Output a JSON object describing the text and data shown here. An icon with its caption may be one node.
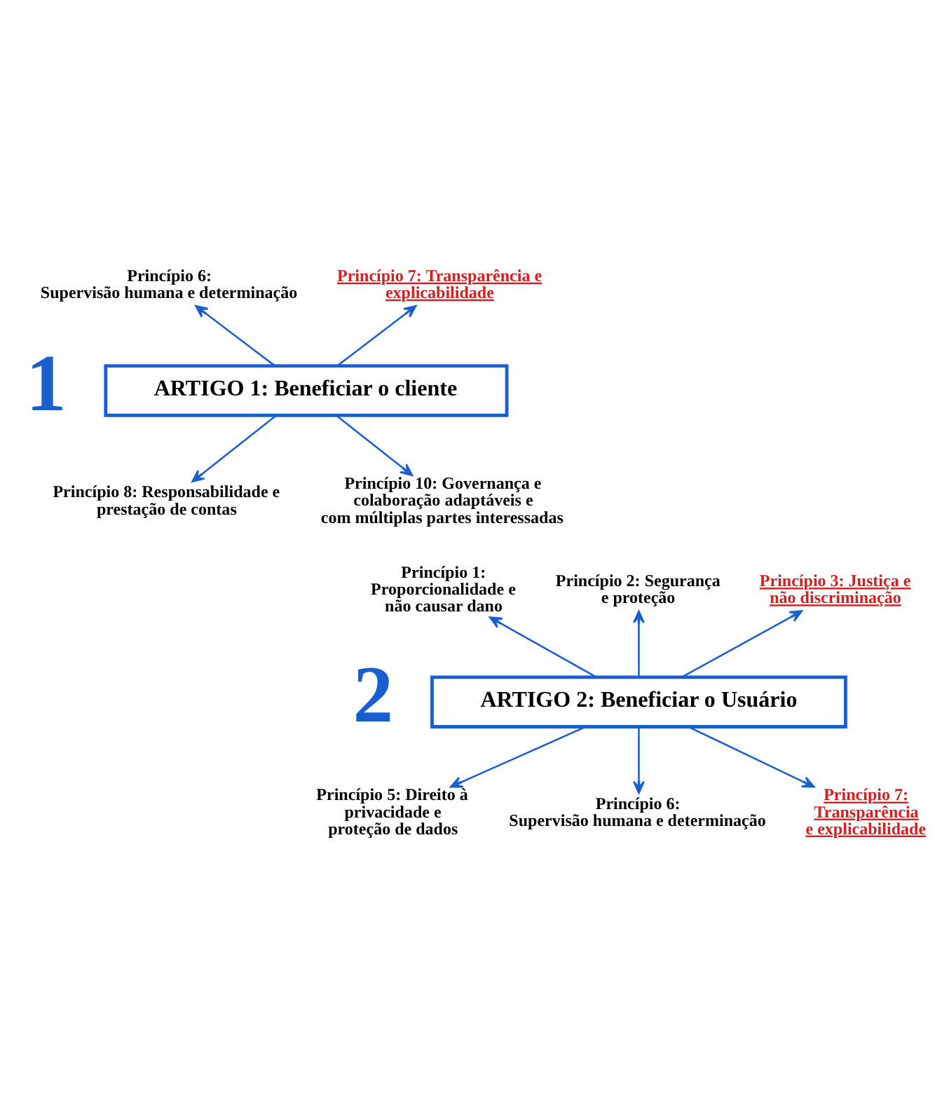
{
  "diagram": {
    "nodes": [
      {
        "text": [
          "Princípio 6: Supervisão humana e determinação"
        ]
      },
      {
        "text": [
          "Princípio 7: Transparência e explicabilidade"
        ]
      },
      {
        "text": [
          "ARTIGO 1: Beneficiar o cliente"
        ]
      },
      {
        "text": [
          "Princípio 8: Responsabilidade e prestação de contas"
        ]
      },
      {
        "text": [
          "Princípio 10: Governança e colaboração adaptáveis e com múltiplas partes interessadas"
        ]
      },
      {
        "text": [
          "Princípio 1: Proporcionalidade e não causar dano"
        ]
      },
      {
        "text": [
          "Princípio 2: Segurança e proteção"
        ]
      },
      {
        "text": [
          "Princípio 3: Justiça e não discriminação"
        ]
      },
      {
        "text": [
          "ARTIGO 2: Beneficiar o Usuário"
        ]
      },
      {
        "text": [
          "Princípio 5: Direito à privacidade e proteção de dados"
        ]
      },
      {
        "text": [
          "Princípio 6: Supervisão humana e determinação"
        ]
      },
      {
        "text": [
          "Princípio 7: Transparência e explicabilidade"
        ]
      }
    ],
    "edges": [
      {
        "from": 2,
        "to": 0,
        "arrow": "to"
      },
      {
        "from": 2,
        "to": 1,
        "arrow": "to"
      },
      {
        "from": 2,
        "to": 3,
        "arrow": "to"
      },
      {
        "from": 2,
        "to": 4,
        "arrow": "to"
      },
      {
        "from": 8,
        "to": 5,
        "arrow": "to"
      },
      {
        "from": 8,
        "to": 6,
        "arrow": "to"
      },
      {
        "from": 8,
        "to": 7,
        "arrow": "to"
      },
      {
        "from": 8,
        "to": 9,
        "arrow": "to"
      },
      {
        "from": 8,
        "to": 10,
        "arrow": "to"
      },
      {
        "from": 8,
        "to": 11,
        "arrow": "to"
      }
    ],
    "labels": [
      "1",
      "2"
    ]
  }
}
